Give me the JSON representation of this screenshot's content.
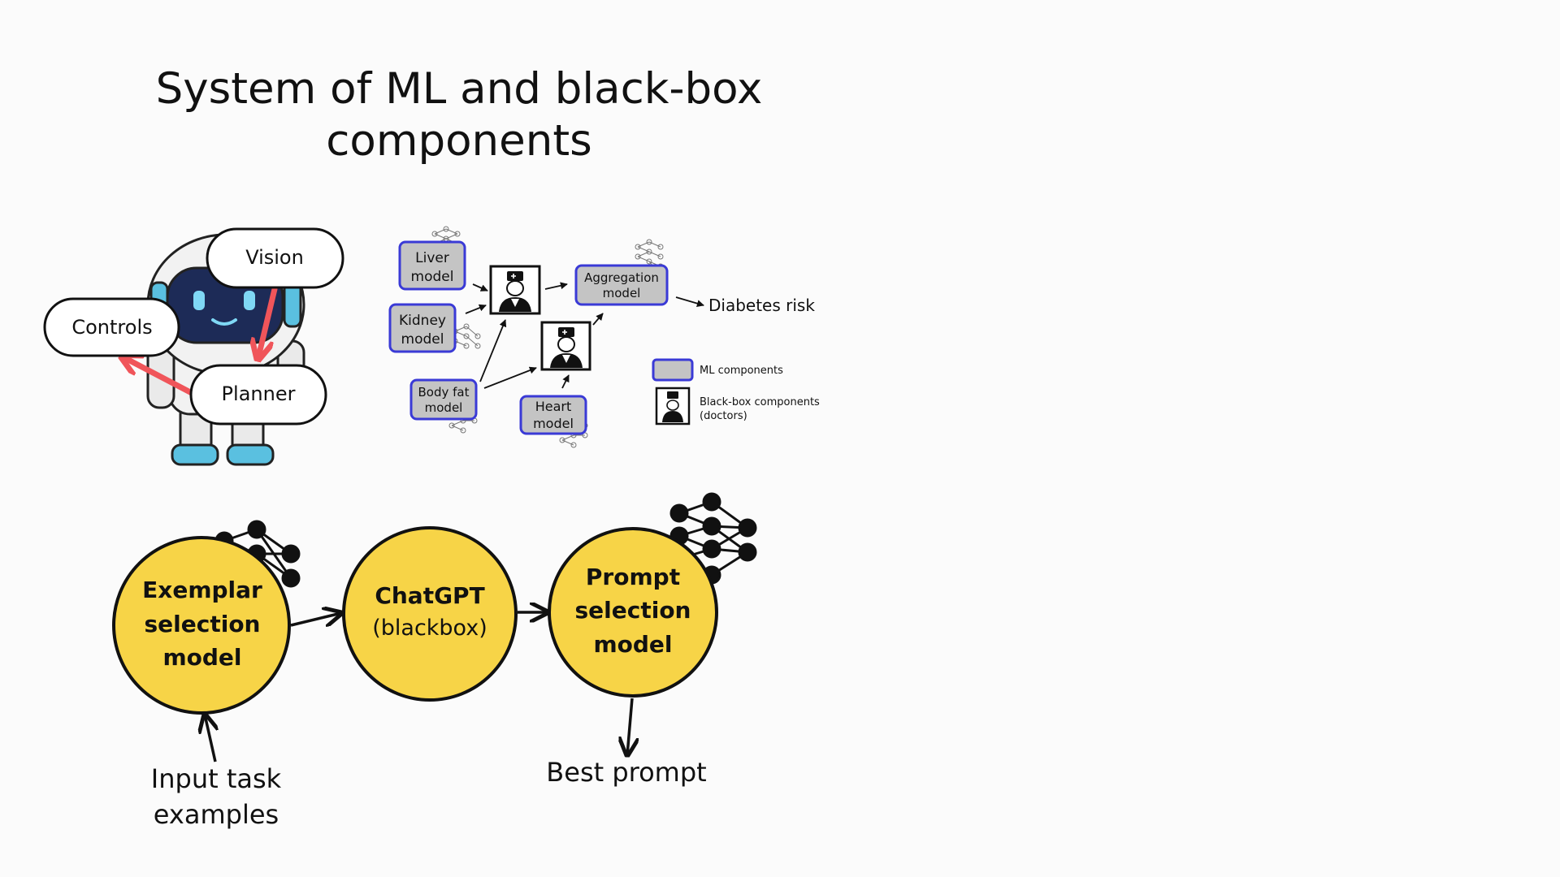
{
  "title": "System of ML and black-box components",
  "robot": {
    "bubbles": {
      "vision": "Vision",
      "controls": "Controls",
      "planner": "Planner"
    }
  },
  "diabetes_diagram": {
    "ml_nodes": {
      "liver": [
        "Liver",
        "model"
      ],
      "kidney": [
        "Kidney",
        "model"
      ],
      "bodyfat": [
        "Body fat",
        "model"
      ],
      "heart": [
        "Heart",
        "model"
      ],
      "aggregation": [
        "Aggregation",
        "model"
      ]
    },
    "output": "Diabetes risk",
    "legend": {
      "ml": "ML components",
      "blackbox": [
        "Black-box components",
        "(doctors)"
      ]
    },
    "colors": {
      "ml_fill": "#c4c4c4",
      "ml_border": "#3a3ad6"
    }
  },
  "pipeline": {
    "nodes": {
      "exemplar": [
        "Exemplar",
        "selection",
        "model"
      ],
      "chatgpt": [
        "ChatGPT",
        "(blackbox)"
      ],
      "prompt": [
        "Prompt",
        "selection",
        "model"
      ]
    },
    "input_label": [
      "Input task",
      "examples"
    ],
    "output_label": "Best prompt",
    "colors": {
      "node_fill": "#f7d447",
      "arrow": "#111111",
      "robot_arrow": "#f0555a"
    }
  }
}
